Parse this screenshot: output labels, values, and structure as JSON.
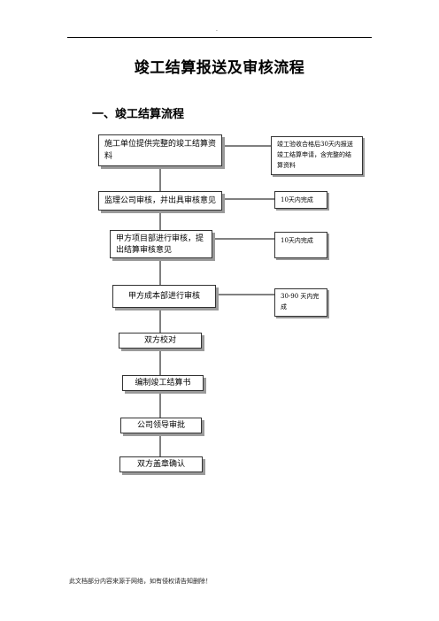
{
  "header": {
    "mark": "."
  },
  "title": "竣工结算报送及审核流程",
  "section_heading": "一、竣工结算流程",
  "steps": [
    "施工单位提供完整的竣工结算资料",
    "监理公司审核，并出具审核意见",
    "甲方项目部进行审核，提出结算审核意见",
    "甲方成本部进行审核",
    "双方校对",
    "编制竣工结算书",
    "公司领导审批",
    "双方盖章确认"
  ],
  "notes": [
    "竣工验收合格后30天内报送竣工结算申请，含完整的结算资料",
    "10天内完成",
    "10天内完成",
    "30-90 天内完成"
  ],
  "footer": "此文档部分内容来源于网络，如有侵权请告知删除！"
}
